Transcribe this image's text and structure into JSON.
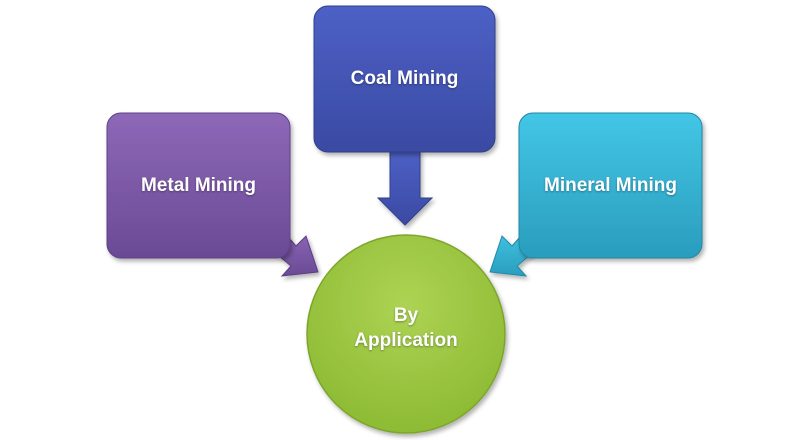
{
  "diagram": {
    "center": {
      "label_line1": "By",
      "label_line2": "Application",
      "color": "#9fcb3f"
    },
    "nodes": [
      {
        "label": "Metal Mining",
        "color": "#7a56a6"
      },
      {
        "label": "Coal Mining",
        "color": "#3f51b0"
      },
      {
        "label": "Mineral Mining",
        "color": "#2fb0d0"
      }
    ]
  }
}
